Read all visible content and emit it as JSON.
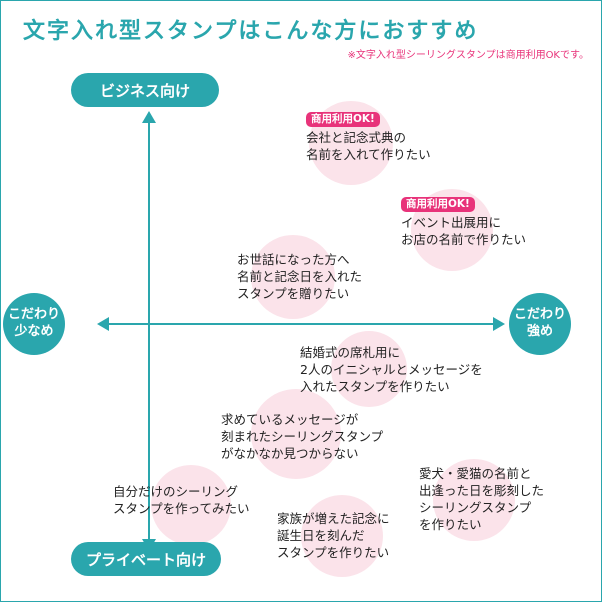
{
  "title": "文字入れ型スタンプはこんな方におすすめ",
  "subtitle": "※文字入れ型シーリングスタンプは商用利用OKです。",
  "axes": {
    "top": "ビジネス向け",
    "bottom": "プライベート向け",
    "left": [
      "こだわり",
      "少なめ"
    ],
    "right": [
      "こだわり",
      "強め"
    ]
  },
  "items": [
    {
      "badge": "商用利用OK!",
      "lines": [
        "会社と記念式典の",
        "名前を入れて作りたい"
      ]
    },
    {
      "badge": "商用利用OK!",
      "lines": [
        "イベント出展用に",
        "お店の名前で作りたい"
      ]
    },
    {
      "lines": [
        "お世話になった方へ",
        "名前と記念日を入れた",
        "スタンプを贈りたい"
      ]
    },
    {
      "lines": [
        "結婚式の席札用に",
        "2人のイニシャルとメッセージを",
        "入れたスタンプを作りたい"
      ]
    },
    {
      "lines": [
        "求めているメッセージが",
        "刻まれたシーリングスタンプ",
        "がなかなか見つからない"
      ]
    },
    {
      "lines": [
        "愛犬・愛猫の名前と",
        "出逢った日を彫刻した",
        "シーリングスタンプ",
        "を作りたい"
      ]
    },
    {
      "lines": [
        "自分だけのシーリング",
        "スタンプを作ってみたい"
      ]
    },
    {
      "lines": [
        "家族が増えた記念に",
        "誕生日を刻んだ",
        "スタンプを作りたい"
      ]
    }
  ],
  "colors": {
    "teal": "#2aa6ad",
    "pink": "#e8337a",
    "blob": "#fbe3ea",
    "text": "#222222"
  }
}
